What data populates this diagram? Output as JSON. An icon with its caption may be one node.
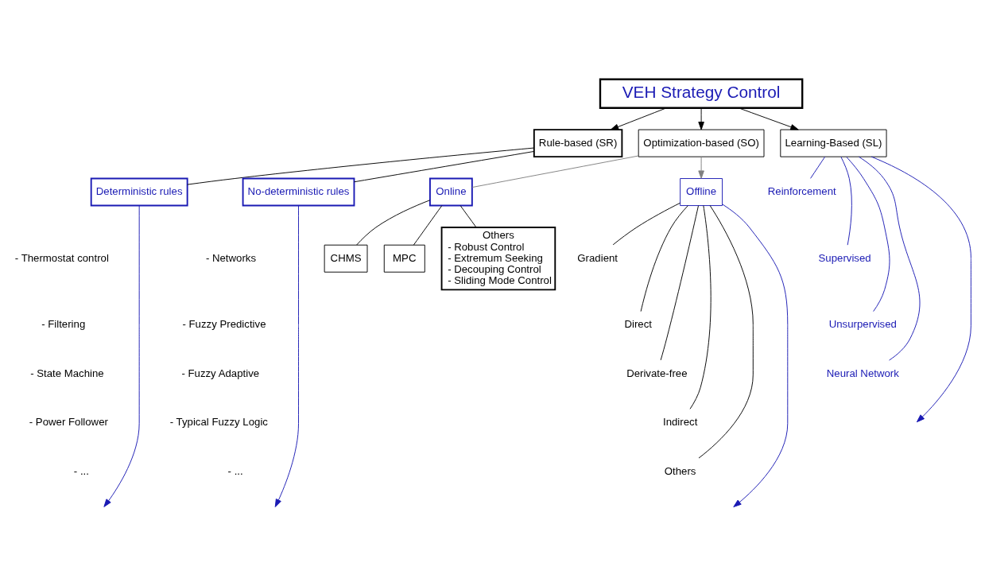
{
  "diagram": {
    "nodes": [
      {
        "text": [
          "VEH Strategy Control"
        ]
      },
      {
        "text": [
          "Rule-based (SR)"
        ]
      },
      {
        "text": [
          "Optimization-based (SO)"
        ]
      },
      {
        "text": [
          "Learning-Based (SL)"
        ]
      },
      {
        "text": [
          "Deterministic rules"
        ]
      },
      {
        "text": [
          "No-deterministic rules"
        ]
      },
      {
        "text": [
          "Online"
        ]
      },
      {
        "text": [
          "Offline"
        ]
      },
      {
        "text": [
          "CHMS"
        ]
      },
      {
        "text": [
          "MPC"
        ]
      },
      {
        "text": [
          "Others",
          "- Robust Control",
          "- Extremum Seeking",
          "- Decouping Control",
          "- Sliding Mode Control"
        ]
      },
      {
        "text": [
          "Gradient"
        ]
      },
      {
        "text": [
          "Direct"
        ]
      },
      {
        "text": [
          "Derivate-free"
        ]
      },
      {
        "text": [
          "Indirect"
        ]
      },
      {
        "text": [
          "Others"
        ]
      },
      {
        "text": [
          "Reinforcement"
        ]
      },
      {
        "text": [
          "Supervised"
        ]
      },
      {
        "text": [
          "Unsurpervised"
        ]
      },
      {
        "text": [
          "Neural Network"
        ]
      }
    ],
    "edges": [
      {
        "from": 0,
        "to": 1,
        "arrow": "to"
      },
      {
        "from": 0,
        "to": 2,
        "arrow": "to"
      },
      {
        "from": 0,
        "to": 3,
        "arrow": "to"
      },
      {
        "from": 1,
        "to": 4,
        "arrow": "none"
      },
      {
        "from": 1,
        "to": 5,
        "arrow": "none"
      },
      {
        "from": 4,
        "to": null,
        "arrow": "to",
        "color": "#1a1ab4"
      },
      {
        "from": 5,
        "to": null,
        "arrow": "to",
        "color": "#1a1ab4"
      },
      {
        "from": 2,
        "to": 6,
        "arrow": "none",
        "color": "#808080"
      },
      {
        "from": 2,
        "to": 7,
        "arrow": "to",
        "color": "#808080"
      },
      {
        "from": 6,
        "to": 8,
        "arrow": "none"
      },
      {
        "from": 6,
        "to": 9,
        "arrow": "none"
      },
      {
        "from": 6,
        "to": 10,
        "arrow": "none"
      },
      {
        "from": 7,
        "to": 11,
        "arrow": "none"
      },
      {
        "from": 7,
        "to": 12,
        "arrow": "none"
      },
      {
        "from": 7,
        "to": 13,
        "arrow": "none"
      },
      {
        "from": 7,
        "to": 14,
        "arrow": "none"
      },
      {
        "from": 7,
        "to": 15,
        "arrow": "none"
      },
      {
        "from": 7,
        "to": null,
        "arrow": "to",
        "color": "#1a1ab4"
      },
      {
        "from": 3,
        "to": 16,
        "arrow": "none",
        "color": "#1a1ab4"
      },
      {
        "from": 3,
        "to": 17,
        "arrow": "none",
        "color": "#1a1ab4"
      },
      {
        "from": 3,
        "to": 18,
        "arrow": "none",
        "color": "#1a1ab4"
      },
      {
        "from": 3,
        "to": 19,
        "arrow": "none",
        "color": "#1a1ab4"
      },
      {
        "from": 3,
        "to": null,
        "arrow": "to",
        "color": "#1a1ab4"
      }
    ],
    "labels": [
      "- Thermostat control",
      "- Filtering",
      "- State Machine",
      "- Power Follower",
      "- ...",
      "- Networks",
      "- Fuzzy Predictive",
      "- Fuzzy Adaptive",
      "- Typical Fuzzy Logic",
      "- ..."
    ]
  }
}
